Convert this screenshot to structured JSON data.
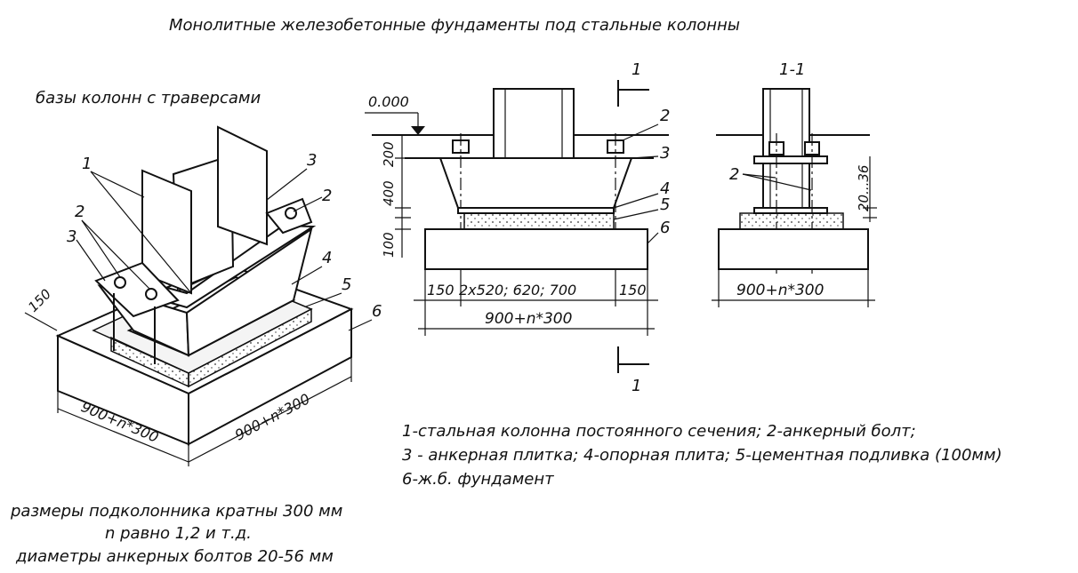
{
  "title": "Монолитные железобетонные фундаменты под стальные колонны",
  "left_view": {
    "subtitle": "базы колонн с траверсами",
    "callouts": [
      "1",
      "2",
      "3",
      "2",
      "3",
      "4",
      "5",
      "6"
    ],
    "dim_150": "150",
    "dim_front": "900+n*300",
    "dim_side": "900+n*300"
  },
  "middle_view": {
    "level_mark": "0.000",
    "vertical_dims": [
      "200",
      "400",
      "100"
    ],
    "section_mark": "1",
    "callouts": [
      "2",
      "3",
      "4",
      "5",
      "6"
    ],
    "bottom_dim_parts": "150  2x520; 620; 700  150",
    "dim_150_left": "150",
    "dim_middle": "2x520; 620; 700",
    "dim_150_right": "150",
    "dim_total": "900+n*300"
  },
  "right_view": {
    "section_title": "1-1",
    "callout_2": "2",
    "dim_gap": "20...36",
    "dim_total": "900+n*300"
  },
  "legend": {
    "line1": "1-стальная колонна постоянного сечения; 2-анкерный болт;",
    "line2": "3 - анкерная плитка; 4-опорная плита; 5-цементная подливка (100мм)",
    "line3": "6-ж.б. фундамент"
  },
  "notes": {
    "line1": "размеры подколонника кратны 300 мм",
    "line2": "n равно 1,2 и т.д.",
    "line3": "диаметры анкерных болтов 20-56 мм"
  }
}
